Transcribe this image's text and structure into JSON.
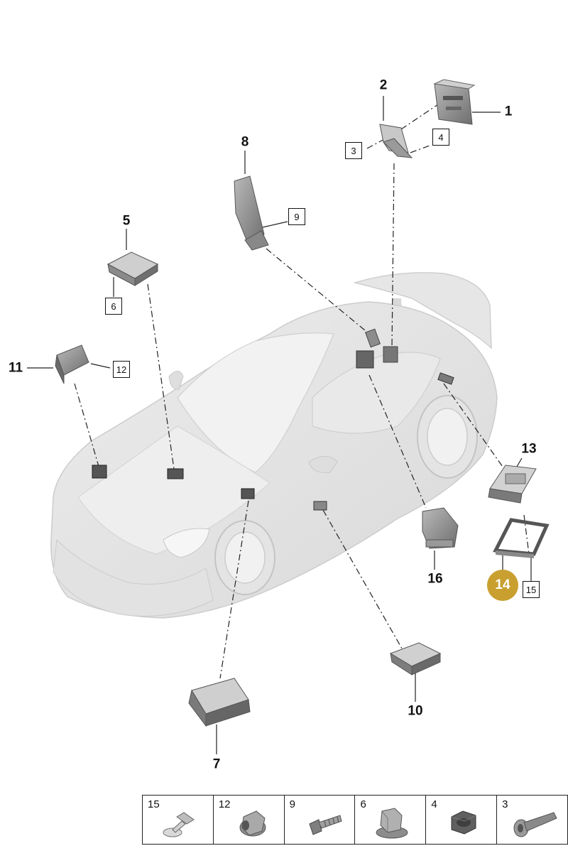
{
  "callouts": [
    {
      "id": "1",
      "label": "1",
      "style": "bold"
    },
    {
      "id": "2",
      "label": "2",
      "style": "bold"
    },
    {
      "id": "3",
      "label": "3",
      "style": "boxed"
    },
    {
      "id": "4",
      "label": "4",
      "style": "boxed"
    },
    {
      "id": "5",
      "label": "5",
      "style": "bold"
    },
    {
      "id": "6",
      "label": "6",
      "style": "boxed"
    },
    {
      "id": "7",
      "label": "7",
      "style": "bold"
    },
    {
      "id": "8",
      "label": "8",
      "style": "bold"
    },
    {
      "id": "9",
      "label": "9",
      "style": "boxed"
    },
    {
      "id": "10",
      "label": "10",
      "style": "bold"
    },
    {
      "id": "11",
      "label": "11",
      "style": "bold"
    },
    {
      "id": "12",
      "label": "12",
      "style": "boxed"
    },
    {
      "id": "13",
      "label": "13",
      "style": "bold"
    },
    {
      "id": "14",
      "label": "14",
      "style": "highlight"
    },
    {
      "id": "15",
      "label": "15",
      "style": "boxed"
    },
    {
      "id": "16",
      "label": "16",
      "style": "bold"
    }
  ],
  "highlight_color": "#c9a030",
  "legend": [
    {
      "label": "15",
      "icon": "push-rivet-clip-icon"
    },
    {
      "label": "12",
      "icon": "flange-nut-icon"
    },
    {
      "label": "9",
      "icon": "threaded-bolt-icon"
    },
    {
      "label": "6",
      "icon": "flange-nut-icon"
    },
    {
      "label": "4",
      "icon": "hex-nut-icon"
    },
    {
      "label": "3",
      "icon": "screw-icon"
    }
  ]
}
